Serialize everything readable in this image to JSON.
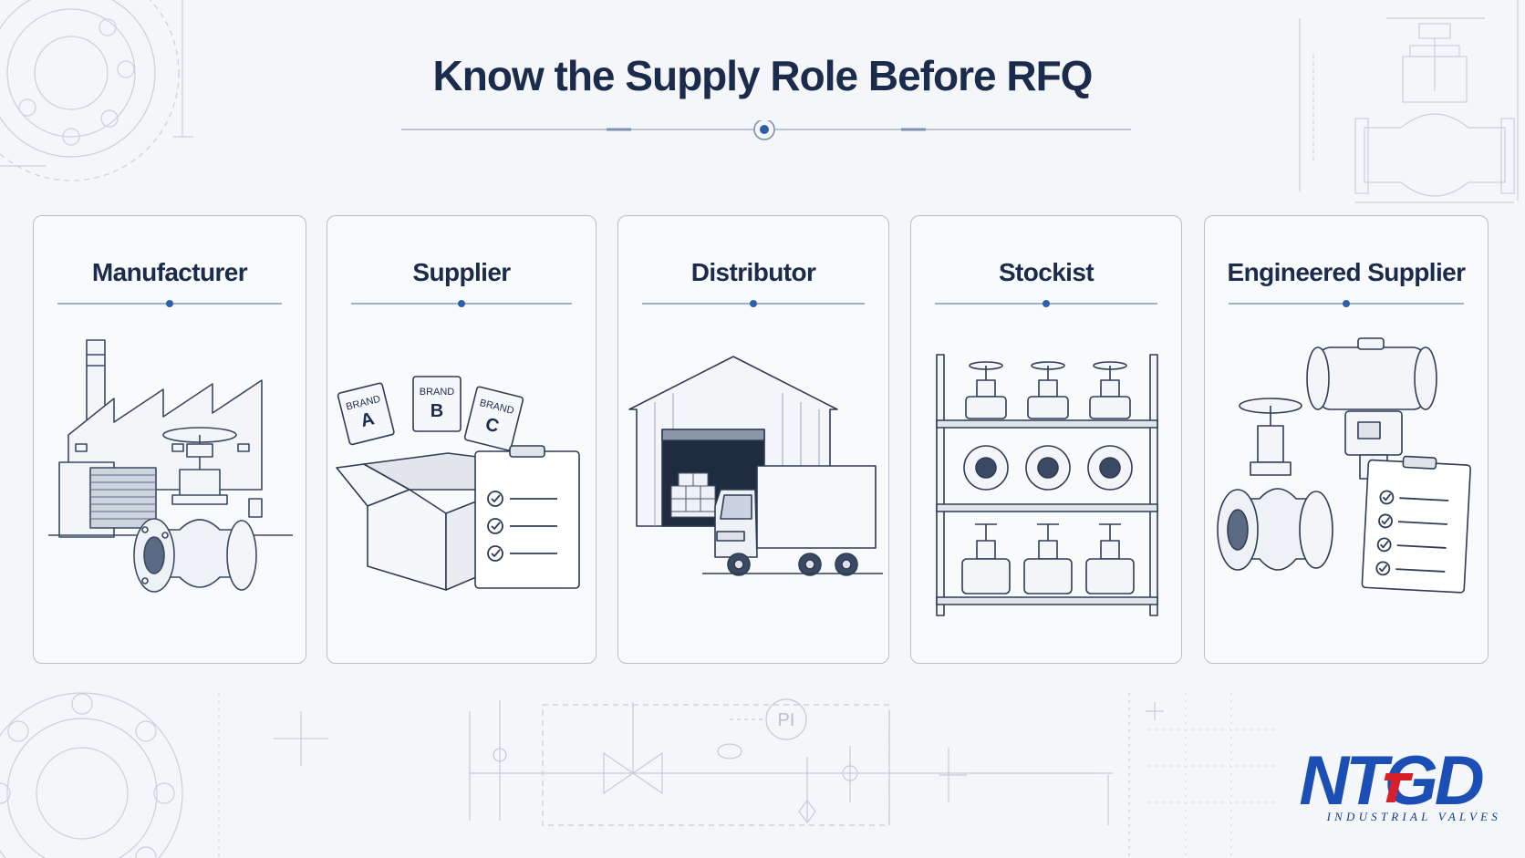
{
  "title": "Know the Supply Role Before RFQ",
  "cards": [
    {
      "title": "Manufacturer"
    },
    {
      "title": "Supplier"
    },
    {
      "title": "Distributor"
    },
    {
      "title": "Stockist"
    },
    {
      "title": "Engineered Supplier"
    }
  ],
  "supplier_box": {
    "brand": "BRAND",
    "letters": [
      "A",
      "B",
      "C"
    ]
  },
  "pi_label": "PI",
  "logo": {
    "wordmark": "NTGD",
    "subtitle": "INDUSTRIAL VALVES"
  },
  "colors": {
    "navy": "#1a2b4c",
    "accent": "#2f5da8",
    "logo_blue": "#1b4fb5",
    "logo_red": "#d8202a"
  }
}
